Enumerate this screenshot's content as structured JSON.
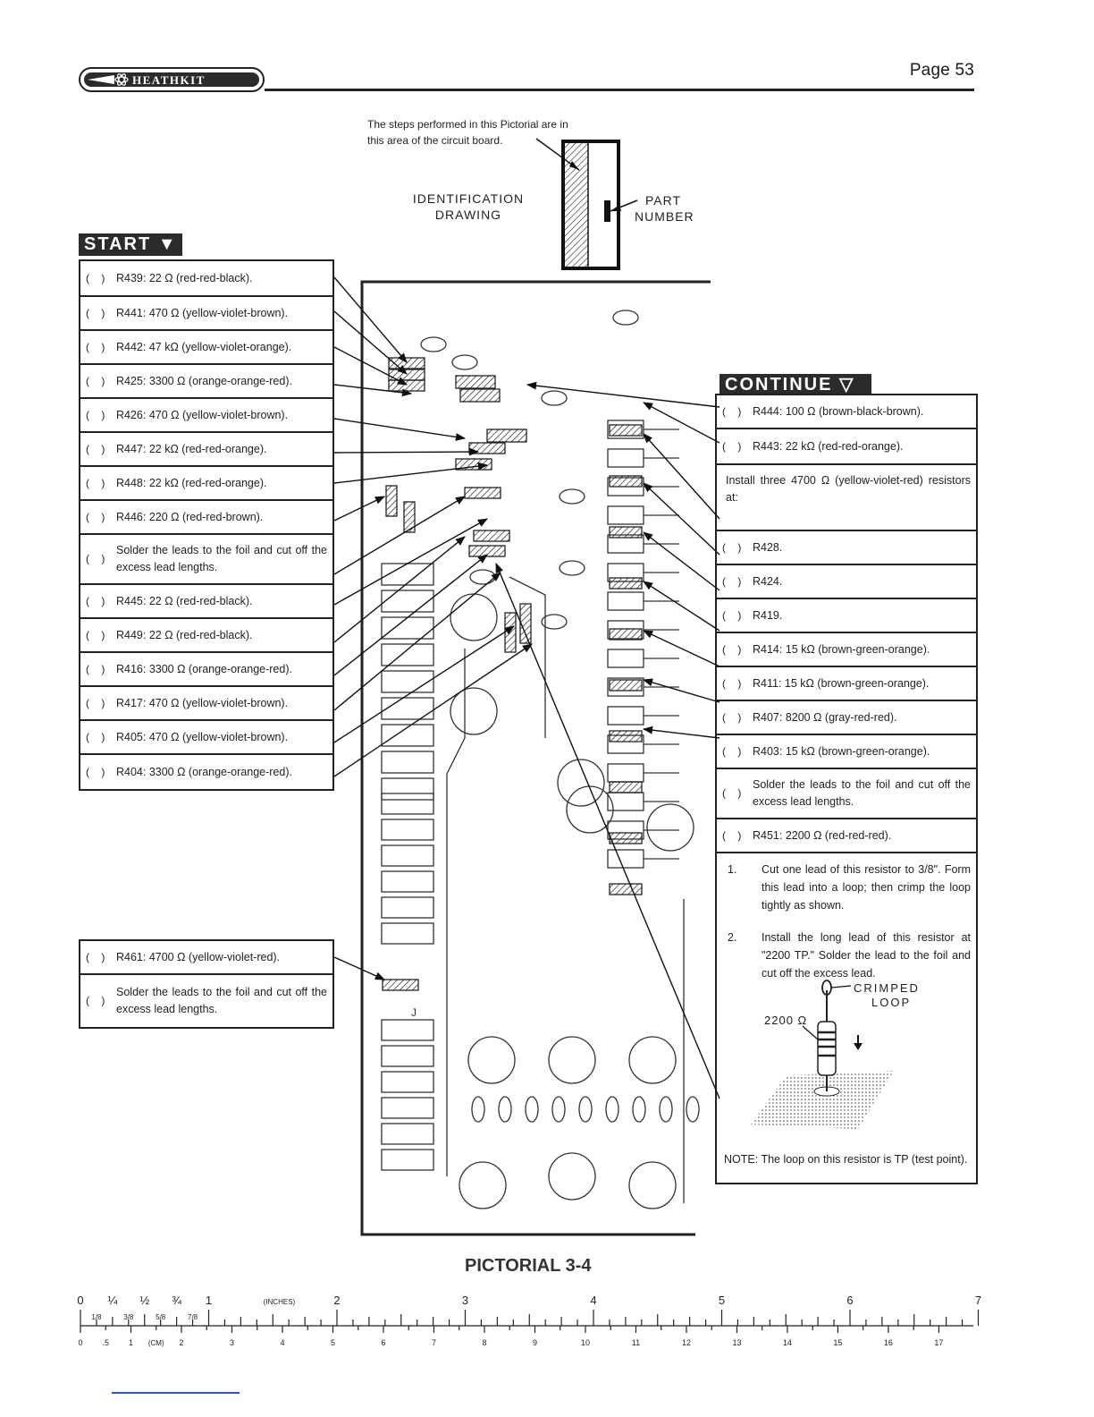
{
  "header": {
    "brand": "HEATHKIT",
    "page_label": "Page 53"
  },
  "id_drawing": {
    "note": [
      "The steps performed in this Pictorial are in",
      "this area of the circuit board."
    ],
    "label": [
      "IDENTIFICATION",
      "DRAWING"
    ],
    "part_number": [
      "PART",
      "NUMBER"
    ]
  },
  "start_label": "START",
  "continue_label": "CONTINUE",
  "left_steps": [
    {
      "check": "( )",
      "text": "R439: 22 Ω (red-red-black)."
    },
    {
      "check": "( )",
      "text": "R441: 470 Ω (yellow-violet-brown)."
    },
    {
      "check": "( )",
      "text": "R442: 47 kΩ (yellow-violet-orange)."
    },
    {
      "check": "( )",
      "text": "R425: 3300 Ω (orange-orange-red)."
    },
    {
      "check": "( )",
      "text": "R426: 470 Ω (yellow-violet-brown)."
    },
    {
      "check": "( )",
      "text": "R447: 22 kΩ (red-red-orange)."
    },
    {
      "check": "( )",
      "text": "R448: 22 kΩ (red-red-orange)."
    },
    {
      "check": "( )",
      "text": "R446: 220 Ω (red-red-brown)."
    },
    {
      "check": "( )",
      "text": "Solder the leads to the foil and cut off the excess lead lengths."
    },
    {
      "check": "( )",
      "text": "R445: 22 Ω (red-red-black)."
    },
    {
      "check": "( )",
      "text": "R449: 22 Ω (red-red-black)."
    },
    {
      "check": "( )",
      "text": "R416: 3300 Ω (orange-orange-red)."
    },
    {
      "check": "( )",
      "text": "R417: 470 Ω (yellow-violet-brown)."
    },
    {
      "check": "( )",
      "text": "R405: 470 Ω (yellow-violet-brown)."
    },
    {
      "check": "( )",
      "text": "R404: 3300 Ω (orange-orange-red)."
    }
  ],
  "left_steps_2": [
    {
      "check": "( )",
      "text": "R461: 4700 Ω (yellow-violet-red)."
    },
    {
      "check": "( )",
      "text": "Solder the leads to the foil and cut off the excess lead lengths."
    }
  ],
  "right_steps": [
    {
      "check": "( )",
      "text": "R444: 100 Ω (brown-black-brown)."
    },
    {
      "check": "( )",
      "text": "R443: 22 kΩ (red-red-orange)."
    },
    {
      "check": "",
      "text": "Install three 4700 Ω (yellow-violet-red) resistors at:"
    },
    {
      "check": "( )",
      "text": "R428."
    },
    {
      "check": "( )",
      "text": "R424."
    },
    {
      "check": "( )",
      "text": "R419."
    },
    {
      "check": "( )",
      "text": "R414: 15 kΩ (brown-green-orange)."
    },
    {
      "check": "( )",
      "text": "R411: 15 kΩ (brown-green-orange)."
    },
    {
      "check": "( )",
      "text": "R407: 8200 Ω (gray-red-red)."
    },
    {
      "check": "( )",
      "text": "R403: 15 kΩ (brown-green-orange)."
    },
    {
      "check": "( )",
      "text": "Solder the leads to the foil and cut off the excess lead lengths."
    },
    {
      "check": "( )",
      "text": "R451: 2200 Ω (red-red-red)."
    }
  ],
  "numbered_steps": [
    {
      "n": "1.",
      "text": "Cut one lead of this resistor to 3/8\". Form this lead into a loop; then crimp the loop tightly as shown."
    },
    {
      "n": "2.",
      "text": "Install the long lead of this resistor at \"2200 TP.\" Solder the lead to the foil and cut off the excess lead."
    }
  ],
  "detail": {
    "crimped": [
      "CRIMPED",
      "LOOP"
    ],
    "value": "2200 Ω"
  },
  "note": "NOTE: The loop on this resistor is TP (test point).",
  "board_label": "J",
  "caption": "PICTORIAL 3-4",
  "ruler": {
    "inch_labels": [
      "0",
      "¼",
      "½",
      "¾",
      "1",
      "2",
      "3",
      "4",
      "5",
      "6",
      "7"
    ],
    "inch_unit": "(INCHES)",
    "fraction_labels": [
      "1/8",
      "3/8",
      "5/8",
      "7/8"
    ],
    "cm_labels": [
      "0",
      ".5",
      "1",
      "2",
      "3",
      "4",
      "5",
      "6",
      "7",
      "8",
      "9",
      "10",
      "11",
      "12",
      "13",
      "14",
      "15",
      "16",
      "17"
    ],
    "cm_unit": "(CM)"
  }
}
